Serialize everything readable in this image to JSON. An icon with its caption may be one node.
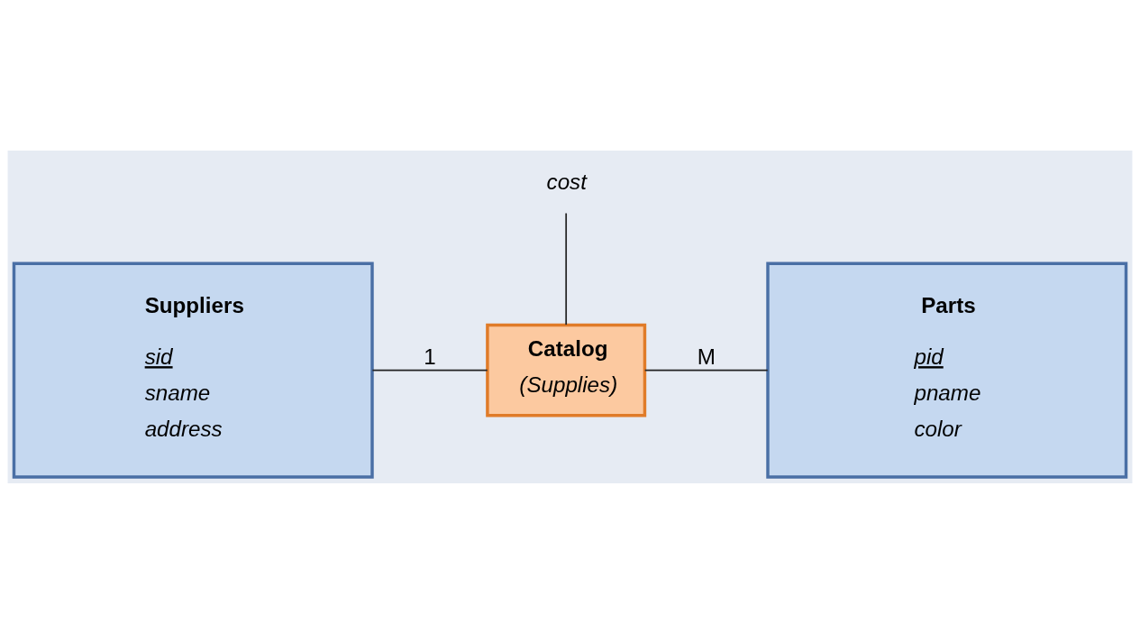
{
  "diagram": {
    "nodes": [
      {
        "text": [
          "cost"
        ]
      },
      {
        "text": [
          "Suppliers",
          "sid",
          "sname",
          "address"
        ]
      },
      {
        "text": [
          "Catalog",
          "(Supplies)"
        ]
      },
      {
        "text": [
          "Parts",
          "pid",
          "pname",
          "color"
        ]
      }
    ],
    "edges": [
      {
        "from": 1,
        "to": 2,
        "arrow": "none",
        "label": "1"
      },
      {
        "from": 2,
        "to": 3,
        "arrow": "none",
        "label": "M"
      },
      {
        "from": 0,
        "to": 2,
        "arrow": "none"
      }
    ]
  }
}
